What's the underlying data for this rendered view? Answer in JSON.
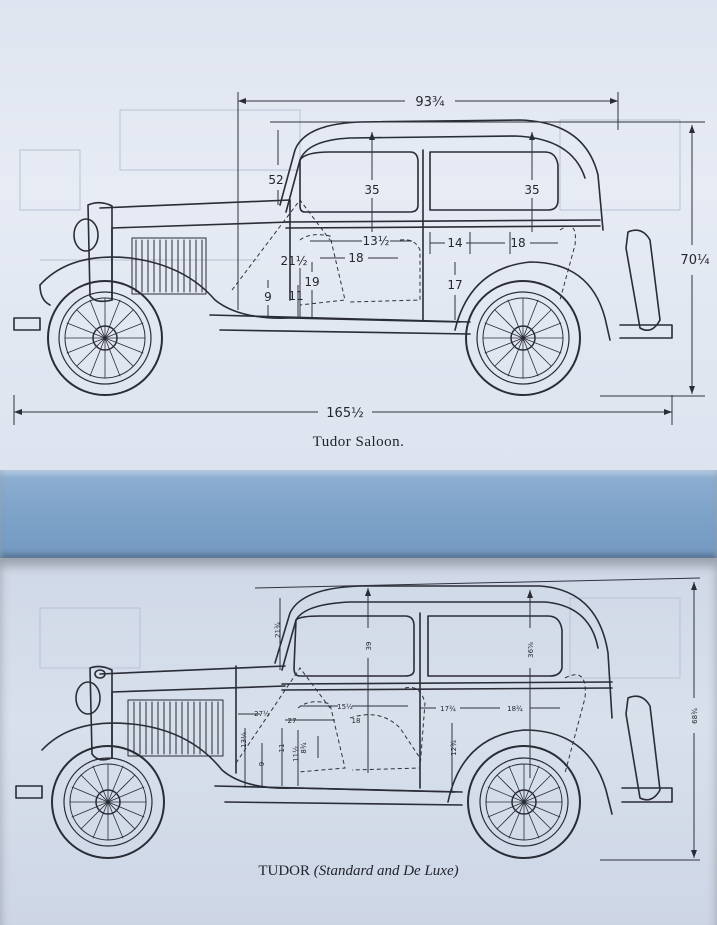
{
  "top_diagram": {
    "caption": "Tudor Saloon.",
    "dimensions": {
      "overall_top": "93¾",
      "overall_length": "165½",
      "overall_height": "70¼",
      "front_headroom": "35",
      "rear_headroom": "35",
      "windscreen_height": "52",
      "rear_seat_depth": "13½",
      "front_seat_depth": "18",
      "rear_legroom": "14",
      "rear_seat_width": "18",
      "front_seat_back": "21½",
      "front_cushion_height": "19",
      "front_floor_height": "11",
      "pedal_height": "9",
      "rear_cushion_height": "17"
    }
  },
  "bottom_diagram": {
    "caption": "TUDOR",
    "caption_sub": "(Standard and De Luxe)",
    "dimensions": {
      "front_headroom": "39",
      "rear_headroom": "36⅝",
      "rear_seat_depth": "15½",
      "legroom": "17¾",
      "rear_seat_width": "18¾",
      "overall_height": "68¾",
      "windscreen_height": "21¾",
      "front_seat_dim": "27½",
      "front_mid_dim": "27",
      "front_lower_dim": "18",
      "left_seat_dim": "13¼",
      "left_vert_dim": "11",
      "cushion_dim": "8¾",
      "rear_cushion_dim": "12¾",
      "floor_dim": "11½",
      "pedal_dim": "9"
    }
  }
}
